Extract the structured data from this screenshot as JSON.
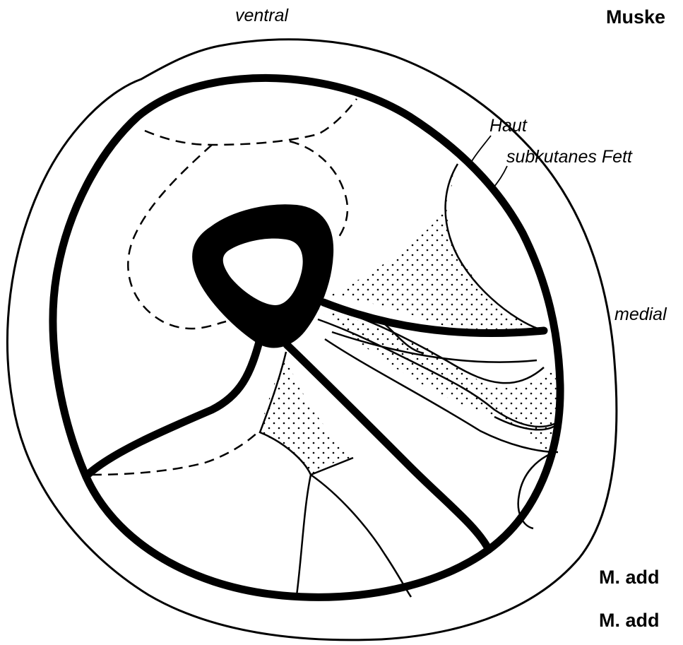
{
  "labels": {
    "title": "Muske",
    "ventral": "ventral",
    "haut": "Haut",
    "subkutanes_fett": "subkutanes Fett",
    "medial": "medial",
    "adductor_1": "M. add",
    "adductor_2": "M. add"
  },
  "colors": {
    "ink": "#000000",
    "paper": "#ffffff"
  }
}
